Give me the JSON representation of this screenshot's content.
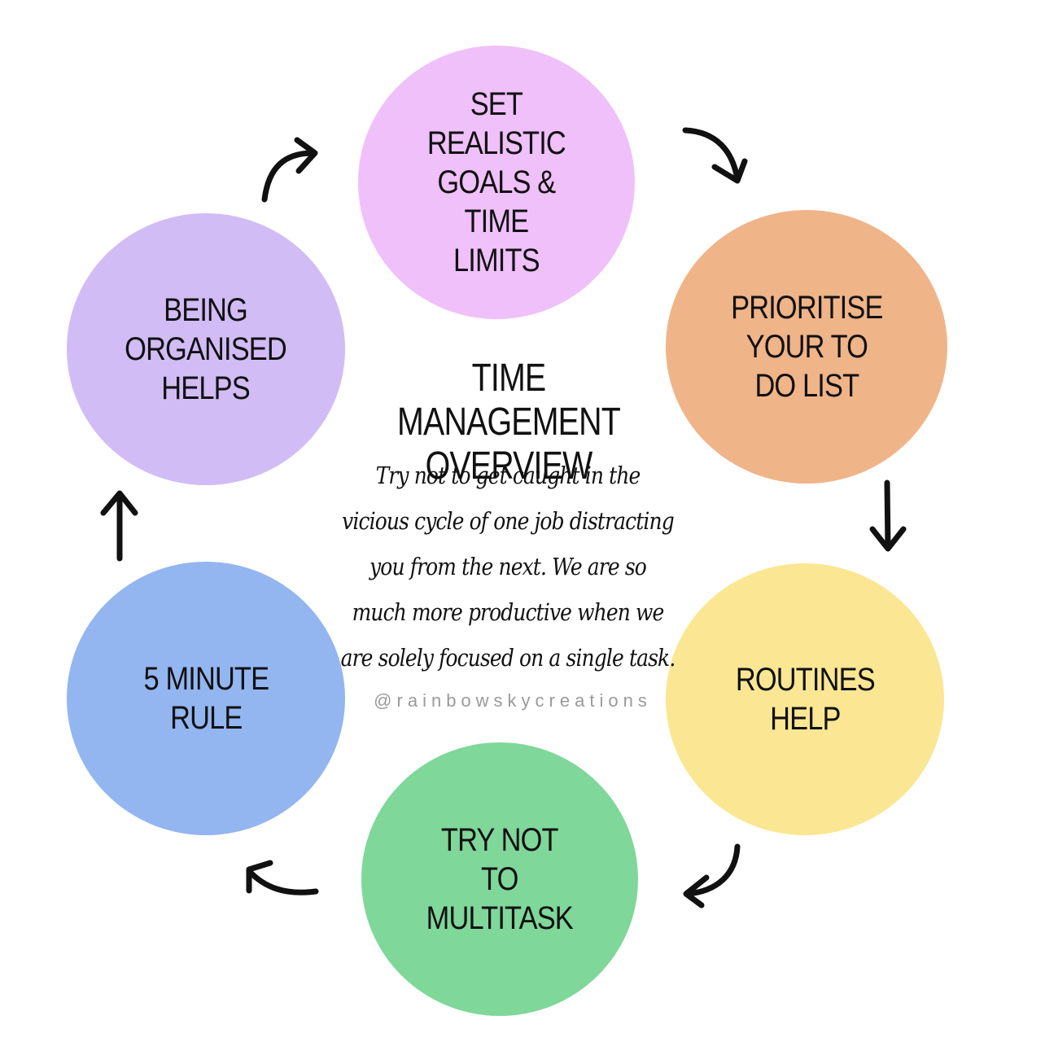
{
  "diagram": {
    "title": "TIME MANAGEMENT\nOVERVIEW",
    "body": "Try not to get caught in the vicious cycle of one job distracting you from the next. We are so much more productive when we are solely focused on a single task.",
    "credit": "@rainbowskycreations",
    "nodes": [
      {
        "id": "goals",
        "label": "SET\nREALISTIC\nGOALS &\nTIME\nLIMITS",
        "color": "#f0c0fa"
      },
      {
        "id": "prioritise",
        "label": "PRIORITISE\nYOUR TO\nDO LIST",
        "color": "#f0b489"
      },
      {
        "id": "routines",
        "label": "ROUTINES\nHELP",
        "color": "#fbe793"
      },
      {
        "id": "multitask",
        "label": "TRY NOT\nTO\nMULTITASK",
        "color": "#7fd79a"
      },
      {
        "id": "fivemin",
        "label": "5 MINUTE\nRULE",
        "color": "#93b6f1"
      },
      {
        "id": "organised",
        "label": "BEING\nORGANISED\nHELPS",
        "color": "#d1bcf6"
      }
    ],
    "arrow_color": "#111111"
  }
}
